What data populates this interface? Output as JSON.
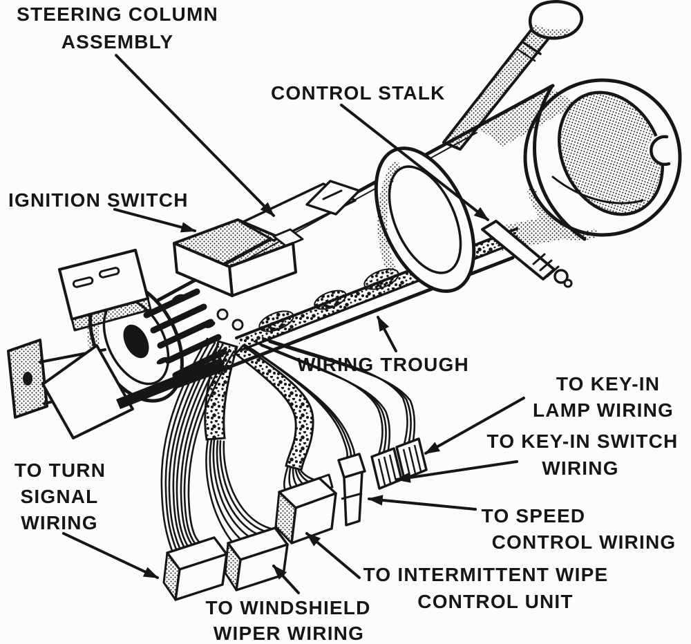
{
  "diagram": {
    "type": "technical-line-illustration",
    "subject": "Steering column wiring",
    "colors": {
      "ink": "#161616",
      "background": "#fcfcfc"
    },
    "labels": [
      {
        "id": "steering-column-assembly",
        "lines": [
          "STEERING COLUMN",
          "ASSEMBLY"
        ]
      },
      {
        "id": "control-stalk",
        "lines": [
          "CONTROL STALK"
        ]
      },
      {
        "id": "ignition-switch",
        "lines": [
          "IGNITION SWITCH"
        ]
      },
      {
        "id": "wiring-trough",
        "lines": [
          "WIRING TROUGH"
        ]
      },
      {
        "id": "to-key-in-lamp-wiring",
        "lines": [
          "TO KEY-IN",
          "LAMP WIRING"
        ]
      },
      {
        "id": "to-key-in-switch-wiring",
        "lines": [
          "TO KEY-IN SWITCH",
          "WIRING"
        ]
      },
      {
        "id": "to-speed-control-wiring",
        "lines": [
          "TO SPEED",
          "CONTROL WIRING"
        ]
      },
      {
        "id": "to-turn-signal-wiring",
        "lines": [
          "TO TURN",
          "SIGNAL",
          "WIRING"
        ]
      },
      {
        "id": "to-intermittent-wipe-control-unit",
        "lines": [
          "TO INTERMITTENT WIPE",
          "CONTROL UNIT"
        ]
      },
      {
        "id": "to-windshield-wiper-wiring",
        "lines": [
          "TO WINDSHIELD",
          "WIPER WIRING"
        ]
      }
    ]
  }
}
